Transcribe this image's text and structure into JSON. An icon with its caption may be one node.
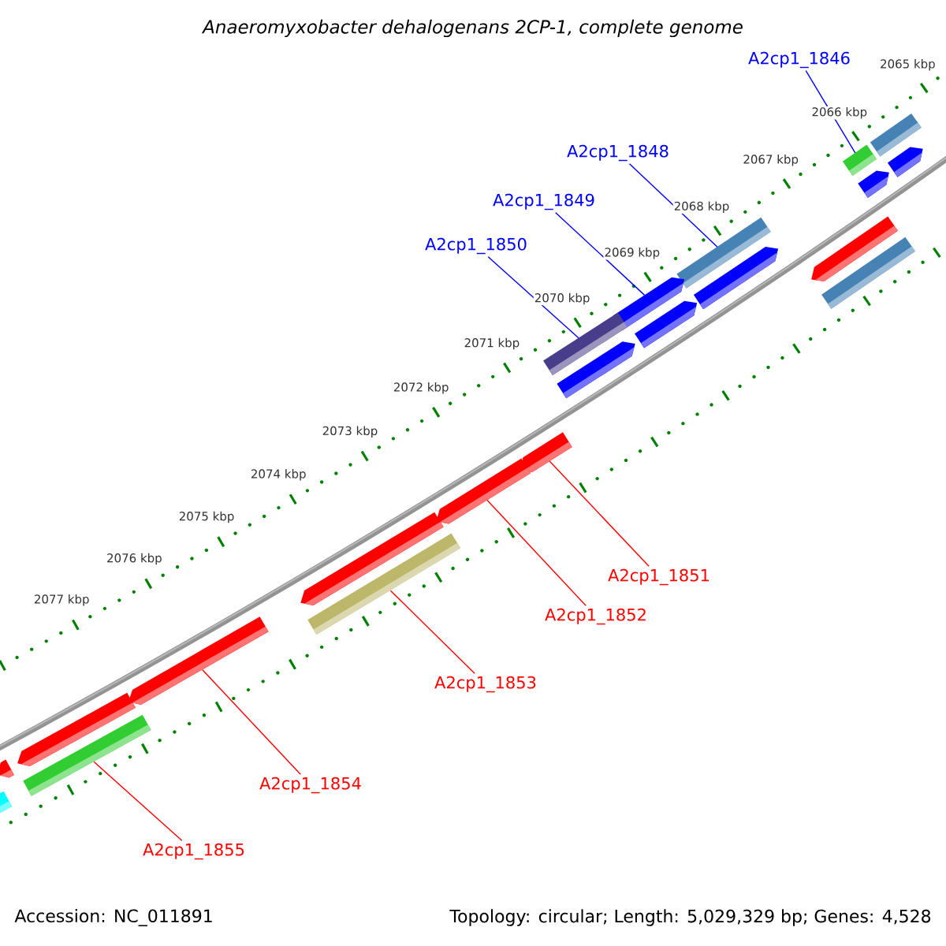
{
  "diagram": {
    "title": "Anaeromyxobacter dehalogenans 2CP-1, complete genome",
    "nodes": [
      {
        "text": [
          "A2cp1_1846"
        ]
      },
      {
        "text": [
          "A2cp1_1848"
        ]
      },
      {
        "text": [
          "A2cp1_1849"
        ]
      },
      {
        "text": [
          "A2cp1_1850"
        ]
      },
      {
        "text": [
          "A2cp1_1851"
        ]
      },
      {
        "text": [
          "A2cp1_1852"
        ]
      },
      {
        "text": [
          "A2cp1_1853"
        ]
      },
      {
        "text": [
          "A2cp1_1854"
        ]
      },
      {
        "text": [
          "A2cp1_1855"
        ]
      },
      {
        "text": [],
        "shape": "bar"
      },
      {
        "text": [],
        "shape": "bar"
      },
      {
        "text": [],
        "shape": "arrow"
      },
      {
        "text": [],
        "shape": "bar"
      },
      {
        "text": [],
        "shape": "arrow"
      },
      {
        "text": [],
        "shape": "arrow"
      },
      {
        "text": [],
        "shape": "bar"
      },
      {
        "text": [],
        "shape": "arrow"
      },
      {
        "text": [],
        "shape": "bar"
      },
      {
        "text": [],
        "shape": "arrow"
      },
      {
        "text": [],
        "shape": "arrow"
      },
      {
        "text": [],
        "shape": "arrow"
      },
      {
        "text": [],
        "shape": "arrow"
      },
      {
        "text": [],
        "shape": "arrow"
      },
      {
        "text": [],
        "shape": "bar"
      },
      {
        "text": [],
        "shape": "arrow"
      },
      {
        "text": [],
        "shape": "bar"
      },
      {
        "text": [],
        "shape": "arrow"
      },
      {
        "text": [],
        "shape": "arrow"
      },
      {
        "text": [],
        "shape": "arrow"
      },
      {
        "text": [],
        "shape": "bar"
      }
    ],
    "edges": [
      {
        "from": 0,
        "to": 9,
        "arrow": "none",
        "color": "#0000ff"
      },
      {
        "from": 1,
        "to": 10,
        "arrow": "none",
        "color": "#0000ff"
      },
      {
        "from": 2,
        "to": 11,
        "arrow": "none",
        "color": "#0000ff"
      },
      {
        "from": 3,
        "to": 12,
        "arrow": "none",
        "color": "#0000ff"
      },
      {
        "from": 4,
        "to": 13,
        "arrow": "none",
        "color": "#ff0000"
      },
      {
        "from": 5,
        "to": 14,
        "arrow": "none",
        "color": "#ff0000"
      },
      {
        "from": 6,
        "to": 15,
        "arrow": "none",
        "color": "#ff0000"
      },
      {
        "from": 7,
        "to": 16,
        "arrow": "none",
        "color": "#ff0000"
      },
      {
        "from": 8,
        "to": 17,
        "arrow": "none",
        "color": "#ff0000"
      }
    ],
    "labels": [
      "2065 kbp",
      "2066 kbp",
      "2067 kbp",
      "2068 kbp",
      "2069 kbp",
      "2070 kbp",
      "2071 kbp",
      "2072 kbp",
      "2073 kbp",
      "2074 kbp",
      "2075 kbp",
      "2076 kbp",
      "2077 kbp",
      "Accession: NC_011891",
      "Topology: circular; Length: 5,029,329 bp; Genes: 4,528"
    ]
  }
}
